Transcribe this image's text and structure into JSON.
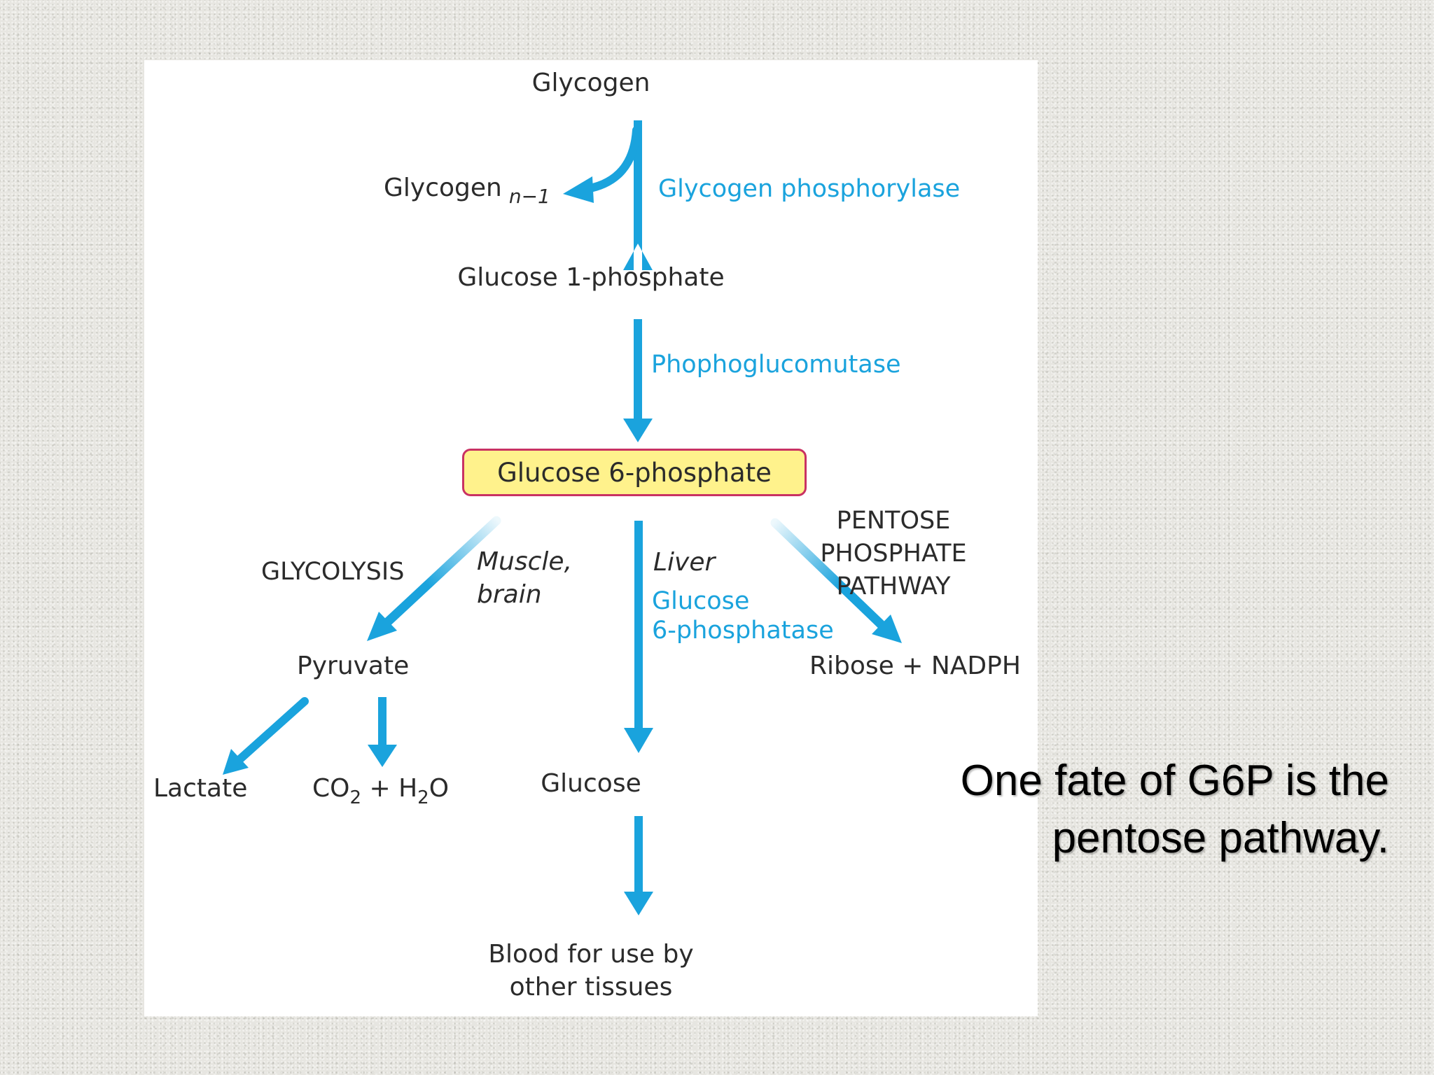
{
  "diagram": {
    "nodes": {
      "glycogen": "Glycogen",
      "glycogen_n1": "Glycogen",
      "glycogen_n1_sub": "n−1",
      "glucose_1p": "Glucose 1-phosphate",
      "glucose_6p": "Glucose 6-phosphate",
      "pyruvate": "Pyruvate",
      "ribose_nadph": "Ribose + NADPH",
      "lactate": "Lactate",
      "co2": "CO",
      "co2_sub": "2",
      "plus_h": "+ H",
      "h2o_sub": "2",
      "h2o_o": "O",
      "glucose": "Glucose",
      "blood_line1": "Blood for use by",
      "blood_line2": "other tissues"
    },
    "enzymes": {
      "glycogen_phosphorylase": "Glycogen phosphorylase",
      "phosphoglucomutase": "Phophoglucomutase",
      "glucose_6_phosphatase_line1": "Glucose",
      "glucose_6_phosphatase_line2": "6-phosphatase"
    },
    "pathways": {
      "glycolysis": "GLYCOLYSIS",
      "ppp_line1": "PENTOSE",
      "ppp_line2": "PHOSPHATE",
      "ppp_line3": "PATHWAY"
    },
    "tissues": {
      "muscle": "Muscle,",
      "brain": "brain",
      "liver": "Liver"
    },
    "colors": {
      "arrow": "#1aa3dd",
      "box_fill": "#fff28c",
      "box_border": "#c93263"
    }
  },
  "caption": {
    "line1": "One fate of G6P is the",
    "line2": "pentose pathway."
  }
}
